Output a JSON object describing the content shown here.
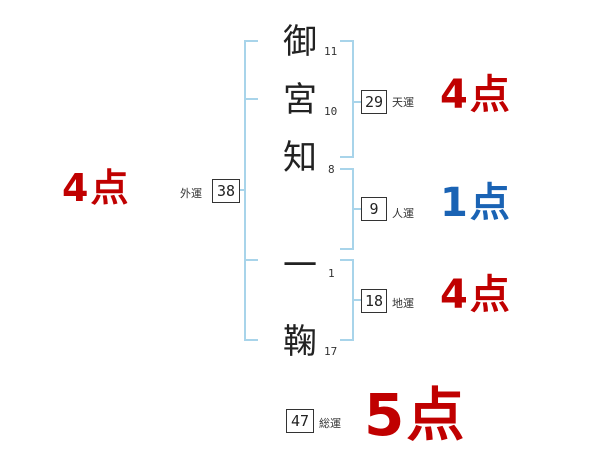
{
  "characters": [
    {
      "char": "御",
      "strokes": "11"
    },
    {
      "char": "宮",
      "strokes": "10"
    },
    {
      "char": "知",
      "strokes": "8"
    },
    {
      "char": "一",
      "strokes": "1"
    },
    {
      "char": "鞠",
      "strokes": "17"
    }
  ],
  "tenkaku": {
    "label": "天運",
    "value": "29",
    "score": "4点"
  },
  "jinkaku": {
    "label": "人運",
    "value": "9",
    "score": "1点"
  },
  "chikaku": {
    "label": "地運",
    "value": "18",
    "score": "4点"
  },
  "gaikaku": {
    "label": "外運",
    "value": "38",
    "score": "4点"
  },
  "soukaku": {
    "label": "総運",
    "value": "47",
    "score": "5点"
  },
  "colors": {
    "bracket": "#a8d4ea",
    "score_red": "#c00000",
    "score_blue": "#1a63b4",
    "text": "#222222"
  }
}
